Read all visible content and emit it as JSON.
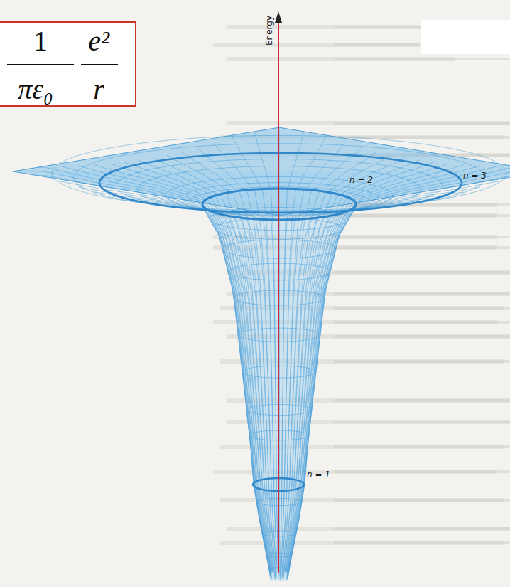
{
  "diagram": {
    "nodes": [
      {
        "text": [
          "1",
          "πε₀",
          "e²",
          "r"
        ]
      }
    ],
    "labels": [
      "Energy",
      "n = 1",
      "n = 2",
      "n = 3"
    ]
  }
}
